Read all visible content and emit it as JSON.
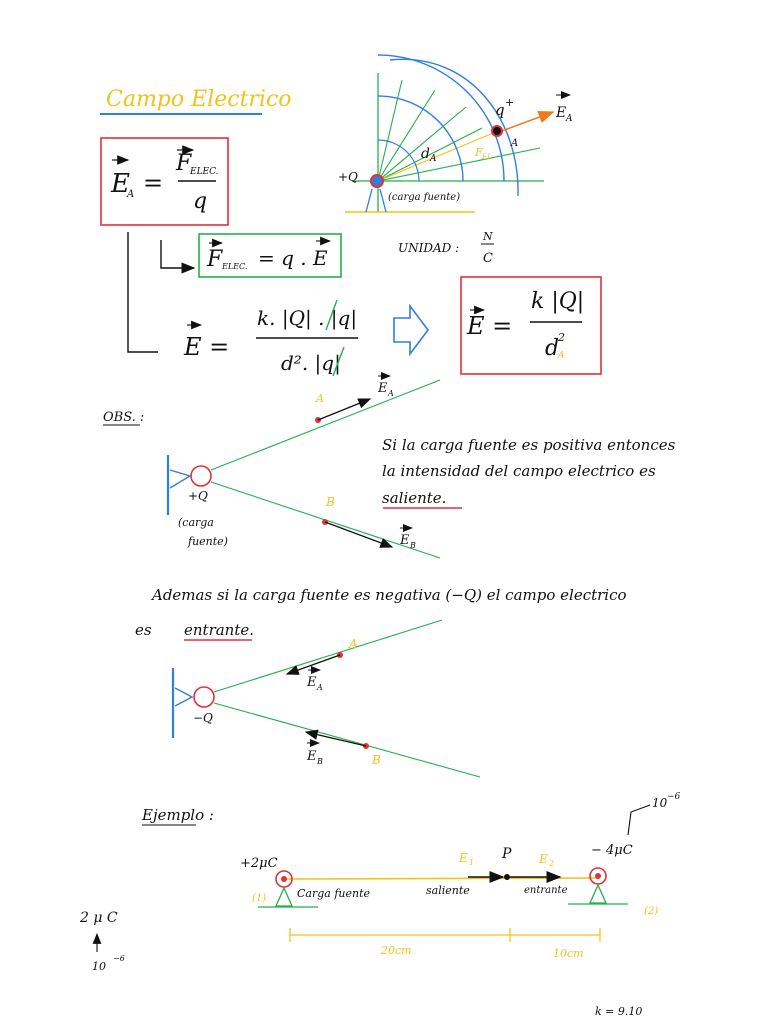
{
  "title": "Campo Electrico",
  "definition": {
    "lhs": "E",
    "lhs_sub": "A",
    "equals": "=",
    "num": "F",
    "num_sub": "ELEC.",
    "den": "q"
  },
  "force_box": {
    "f": "F",
    "f_sub": "ELEC.",
    "eq": "= q . E"
  },
  "expanded": {
    "lhs": "E  =",
    "num": "k. |Q| . |q|",
    "den": "d². |q|"
  },
  "unit": {
    "label": "UNIDAD :",
    "num": "N",
    "den": "C"
  },
  "result_box": {
    "lhs": "E  =",
    "num": "k |Q|",
    "den": "d",
    "den_exp": "2",
    "den_sub": "A"
  },
  "top_diagram": {
    "charge_q": "q",
    "charge_q_sign": "+",
    "field_label": "E",
    "field_sub": "A",
    "point_a": "A",
    "distance": "d",
    "distance_sub": "A",
    "force_label": "F",
    "force_sub": "EL.",
    "source_charge": "+Q",
    "source_caption": "(carga fuente)"
  },
  "obs": {
    "label": "OBS. :",
    "point_a": "A",
    "point_b": "B",
    "field_a": "E",
    "field_a_sub": "A",
    "field_b": "E",
    "field_b_sub": "B",
    "charge": "+Q",
    "caption_1": "(carga",
    "caption_2": "fuente)",
    "note_line1": "Si la carga fuente es positiva entonces",
    "note_line2": "la intensidad del campo electrico es",
    "note_line3": "saliente."
  },
  "negative": {
    "line1": "Ademas si la carga fuente es negativa (−Q) el campo electrico",
    "line2_prefix": "es",
    "line2_word": "entrante.",
    "point_a": "A",
    "point_b": "B",
    "field_a": "E",
    "field_a_sub": "A",
    "field_b": "E",
    "field_b_sub": "B",
    "charge": "−Q"
  },
  "example": {
    "label": "Ejemplo :",
    "left_charge": "+2μC",
    "right_charge": "− 4μC",
    "exp": "10",
    "exp_pow": "−6",
    "point": "P",
    "e1": "E",
    "e1_sub": "1",
    "e2": "E",
    "e2_sub": "2",
    "carga_fuente": "Carga fuente",
    "saliente": "saliente",
    "entrante": "entrante",
    "tag1": "(1)",
    "tag2": "(2)",
    "dist1": "20cm",
    "dist2": "10cm",
    "side_note": "2 μ C",
    "side_exp": "10",
    "side_exp_pow": "−6",
    "bottom_cut": "k = 9.10"
  },
  "colors": {
    "ink": "#111111",
    "title": "#f2c21b",
    "underline_blue": "#2f7fe0",
    "red": "#e0323a",
    "green": "#22b14c",
    "blue": "#2f7fe0",
    "yellow": "#f2c21b",
    "orange": "#f07a1a"
  }
}
